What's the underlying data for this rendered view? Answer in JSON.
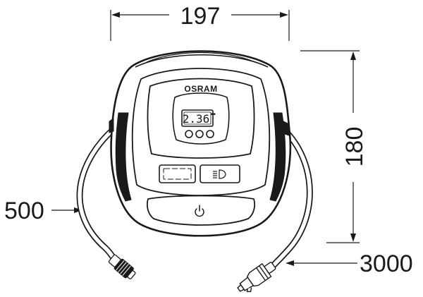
{
  "drawing": {
    "brand": "OSRAM",
    "display_value": "2.36",
    "dimensions": {
      "width": "197",
      "height": "180",
      "air_hose_length": "500",
      "power_cable_length": "3000"
    }
  }
}
